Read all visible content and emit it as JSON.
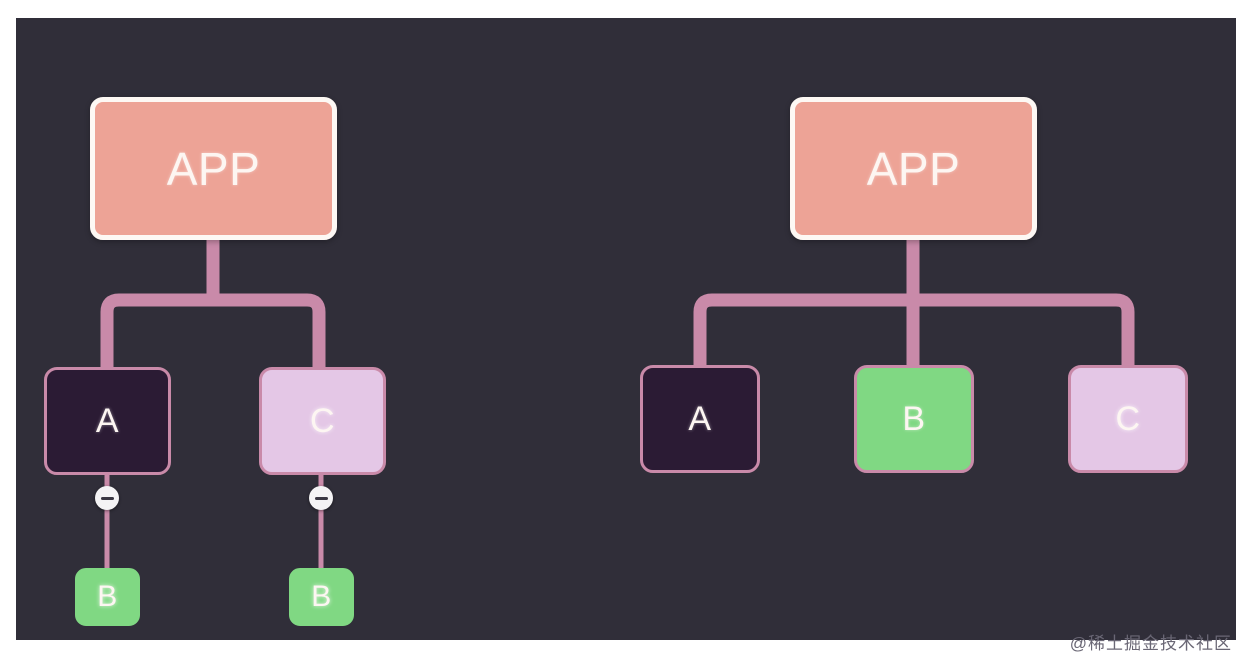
{
  "canvas": {
    "background": "#ffffff",
    "panel_color": "#302e39"
  },
  "palette": {
    "panel_bg": "#302e39",
    "app_fill": "#eda396",
    "app_border": "#fdf8f4",
    "node_a_fill": "#2b1b34",
    "node_b_fill": "#80d883",
    "node_c_fill": "#e4c7e6",
    "node_border": "#c98aa9",
    "connector": "#c98aa9",
    "label_color": "#fdf6f2",
    "badge_fill": "#f4f3f5",
    "badge_bar": "#3a3743",
    "watermark_color": "#6a6775"
  },
  "diagrams": [
    {
      "id": "left-tree",
      "name": "nested-component-tree",
      "root": {
        "label": "APP",
        "type": "app"
      },
      "nodes": [
        {
          "label": "A",
          "type": "a"
        },
        {
          "label": "C",
          "type": "c"
        },
        {
          "label": "B",
          "type": "b"
        },
        {
          "label": "B",
          "type": "b"
        }
      ],
      "badges": [
        {
          "icon": "minus-icon",
          "glyph": "−"
        },
        {
          "icon": "minus-icon",
          "glyph": "−"
        }
      ]
    },
    {
      "id": "right-tree",
      "name": "flat-component-tree",
      "root": {
        "label": "APP",
        "type": "app"
      },
      "nodes": [
        {
          "label": "A",
          "type": "a"
        },
        {
          "label": "B",
          "type": "b"
        },
        {
          "label": "C",
          "type": "c"
        }
      ],
      "badges": []
    }
  ],
  "left_tree": {
    "app_label": "APP",
    "child_a_label": "A",
    "child_c_label": "C",
    "grandchild_b1_label": "B",
    "grandchild_b2_label": "B"
  },
  "right_tree": {
    "app_label": "APP",
    "child_a_label": "A",
    "child_b_label": "B",
    "child_c_label": "C"
  },
  "watermark": {
    "text": "@稀土掘金技术社区"
  }
}
